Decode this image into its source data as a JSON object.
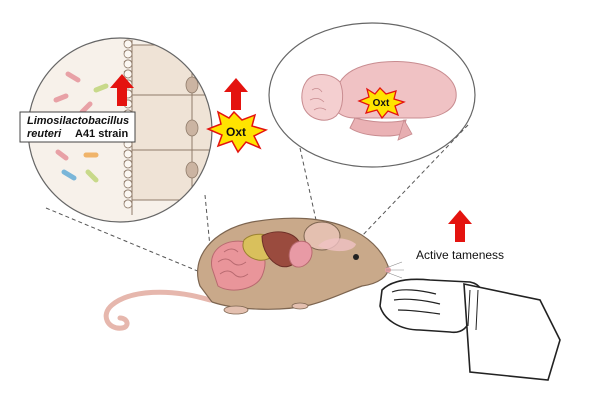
{
  "labels": {
    "bacterium_genus": "Limosilactobacillus",
    "bacterium_species": "reuteri",
    "bacterium_strain": "A41 strain",
    "oxt_gut": "Oxt",
    "oxt_brain": "Oxt",
    "outcome": "Active tameness"
  },
  "icons": [
    "up-arrow-icon",
    "oxt-burst-icon",
    "mouse-illustration",
    "gloved-hand-illustration",
    "brain-illustration",
    "intestine-illustration"
  ],
  "colors": {
    "arrow": "#e4130f",
    "burst_fill": "#ffe400",
    "burst_stroke": "#e4130f",
    "mouse_body": "#c9a98a",
    "brain": "#f0c2c4",
    "intestine": "#e9959a"
  }
}
